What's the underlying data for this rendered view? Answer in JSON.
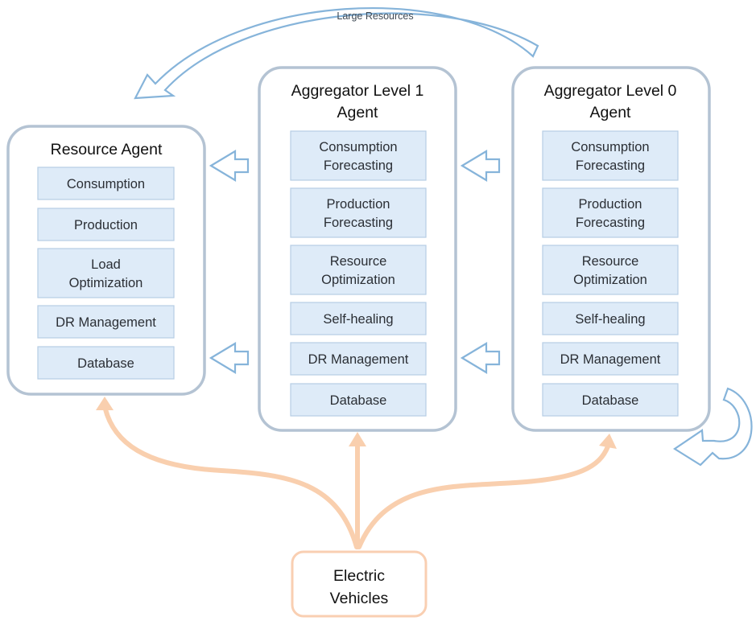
{
  "top_arrow_label": "Large Resources",
  "agents": {
    "resource": {
      "title": [
        "Resource Agent"
      ],
      "modules": [
        [
          "Consumption"
        ],
        [
          "Production"
        ],
        [
          "Load",
          "Optimization"
        ],
        [
          "DR Management"
        ],
        [
          "Database"
        ]
      ]
    },
    "aggregator1": {
      "title": [
        "Aggregator Level 1",
        "Agent"
      ],
      "modules": [
        [
          "Consumption",
          "Forecasting"
        ],
        [
          "Production",
          "Forecasting"
        ],
        [
          "Resource",
          "Optimization"
        ],
        [
          "Self-healing"
        ],
        [
          "DR Management"
        ],
        [
          "Database"
        ]
      ]
    },
    "aggregator0": {
      "title": [
        "Aggregator Level 0",
        "Agent"
      ],
      "modules": [
        [
          "Consumption",
          "Forecasting"
        ],
        [
          "Production",
          "Forecasting"
        ],
        [
          "Resource",
          "Optimization"
        ],
        [
          "Self-healing"
        ],
        [
          "DR Management"
        ],
        [
          "Database"
        ]
      ]
    }
  },
  "source": {
    "label": [
      "Electric",
      "Vehicles"
    ]
  },
  "colors": {
    "agent_border": "#b4c3d3",
    "module_fill": "#deebf8",
    "blue_arrow": "#86b4da",
    "orange_arrow": "#f9cfae"
  }
}
